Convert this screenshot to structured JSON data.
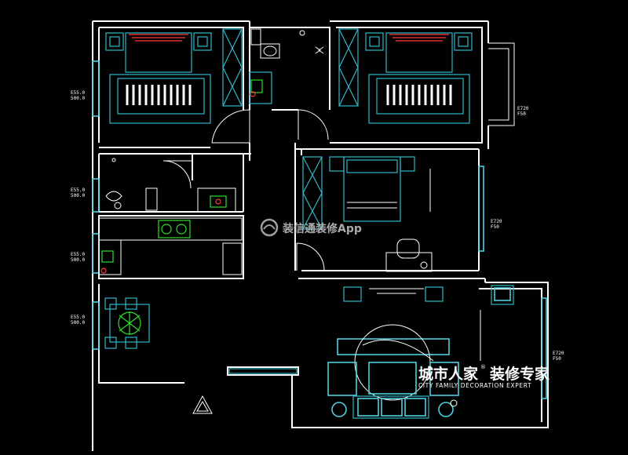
{
  "dimension_labels": [
    {
      "line1": "E55.0",
      "line2": "500.0"
    },
    {
      "line1": "E55.0",
      "line2": "500.0"
    },
    {
      "line1": "E55.0",
      "line2": "500.0"
    },
    {
      "line1": "E55.0",
      "line2": "500.0"
    },
    {
      "line1": "E720",
      "line2": "F50"
    },
    {
      "line1": "E720",
      "line2": "F50"
    },
    {
      "line1": "E720",
      "line2": "F50"
    }
  ],
  "watermarks": {
    "center": "装信通装修App",
    "brand_cn": "城市人家",
    "brand_reg": "®",
    "brand_cn2": "装修专家",
    "brand_en": "CITY FAMILY  DECORATION EXPERT"
  },
  "colors": {
    "background": "#000000",
    "walls": "#ffffff",
    "furniture": "#2fb8c8",
    "fixtures": "#2be02b",
    "accent": "#ff3b3b"
  }
}
